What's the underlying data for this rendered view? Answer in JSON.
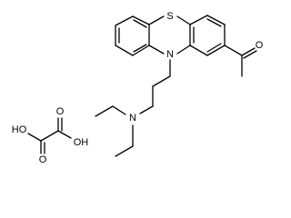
{
  "molecule": {
    "atoms": {
      "sulfur": "S",
      "ring_nitrogen": "N",
      "acetyl_oxygen": "O",
      "amine_nitrogen": "N",
      "oxalic_ho_left": "HO",
      "oxalic_o_left": "O",
      "oxalic_o_right": "O",
      "oxalic_oh_right": "OH"
    }
  }
}
